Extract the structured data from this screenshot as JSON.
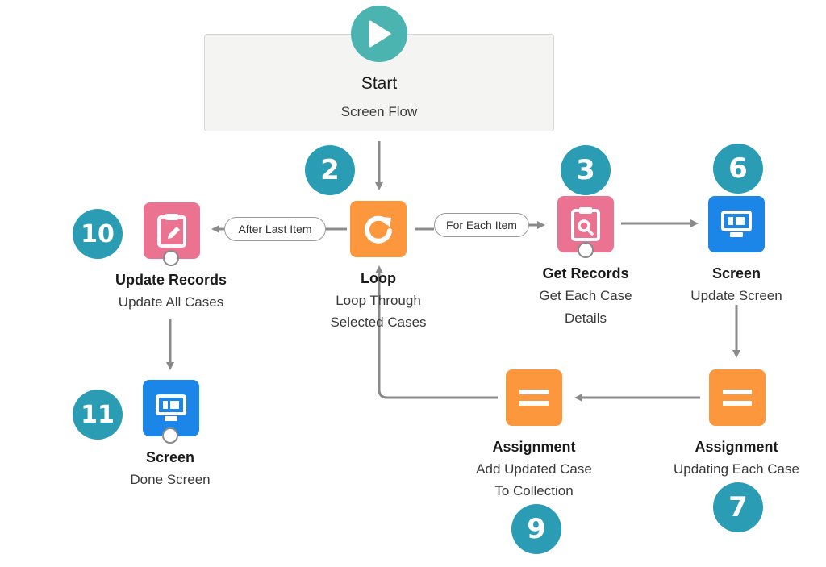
{
  "start": {
    "title": "Start",
    "subtitle": "Screen Flow",
    "icon": "play-icon"
  },
  "nodes": {
    "loop": {
      "title": "Loop",
      "subtitle_1": "Loop Through",
      "subtitle_2": "Selected Cases",
      "icon": "loop-icon",
      "color": "#fc973e"
    },
    "get_records": {
      "title": "Get Records",
      "subtitle_1": "Get Each Case",
      "subtitle_2": "Details",
      "icon": "clipboard-search-icon",
      "color": "#ec7292"
    },
    "screen_update": {
      "title": "Screen",
      "subtitle_1": "Update Screen",
      "icon": "screen-icon",
      "color": "#1b86e8"
    },
    "assignment_updating": {
      "title": "Assignment",
      "subtitle_1": "Updating Each Case",
      "icon": "assignment-icon",
      "color": "#fc973e"
    },
    "assignment_add": {
      "title": "Assignment",
      "subtitle_1": "Add Updated Case",
      "subtitle_2": "To Collection",
      "icon": "assignment-icon",
      "color": "#fc973e"
    },
    "update_records": {
      "title": "Update Records",
      "subtitle_1": "Update All Cases",
      "icon": "clipboard-edit-icon",
      "color": "#ec7292"
    },
    "screen_done": {
      "title": "Screen",
      "subtitle_1": "Done Screen",
      "icon": "screen-icon",
      "color": "#1b86e8"
    }
  },
  "connector_labels": {
    "after_last_item": "After Last Item",
    "for_each_item": "For Each Item"
  },
  "badges": {
    "loop": "2",
    "get_records": "3",
    "screen_update": "6",
    "assignment_updating": "7",
    "assignment_add": "9",
    "update_records": "10",
    "screen_done": "11"
  },
  "colors": {
    "badge": "#2a9db5",
    "start": "#4bb4b1",
    "connector": "#8a8a8a"
  }
}
